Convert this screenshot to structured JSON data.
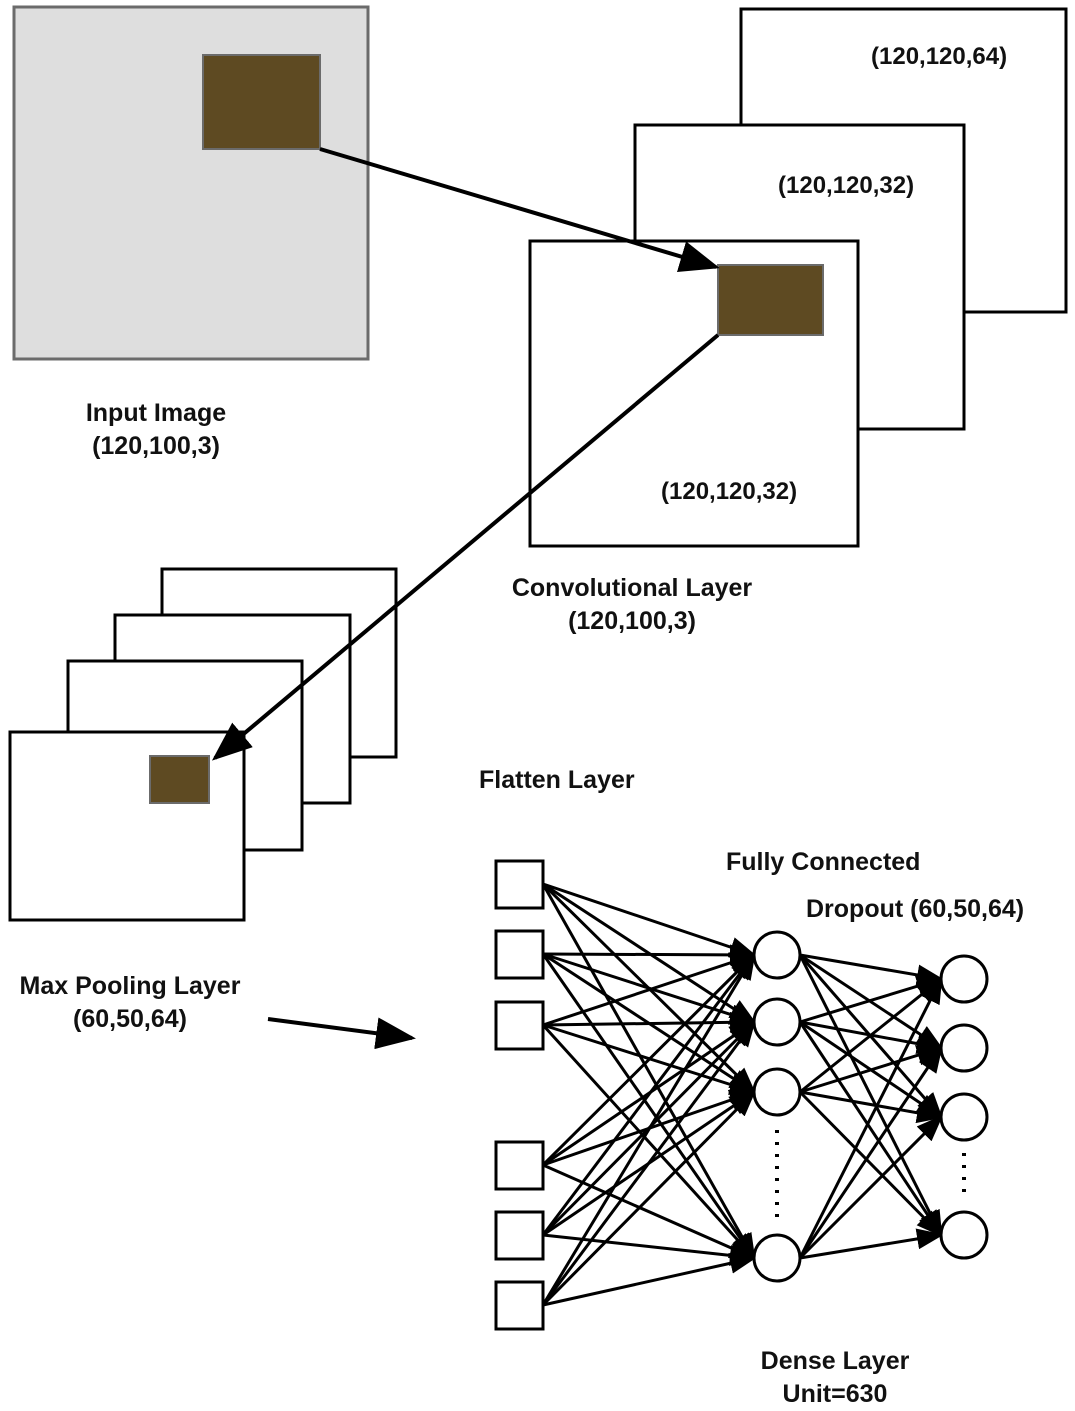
{
  "colors": {
    "input_image_fill": "#dedede",
    "input_image_border": "#6b6b6b",
    "filter_patch_fill": "#5e4a22",
    "stroke": "#000000",
    "background": "#ffffff"
  },
  "input_image": {
    "title": "Input Image",
    "shape": "(120,100,3)"
  },
  "convolutional_layer": {
    "title": "Convolutional Layer",
    "shape": "(120,100,3)",
    "maps": [
      {
        "shape": "(120,120,64)"
      },
      {
        "shape": "(120,120,32)"
      },
      {
        "shape": "(120,120,32)"
      }
    ]
  },
  "max_pooling_layer": {
    "title": "Max Pooling Layer",
    "shape": "(60,50,64)"
  },
  "flatten_layer": {
    "title": "Flatten Layer"
  },
  "fully_connected": {
    "title": "Fully Connected"
  },
  "dropout": {
    "title": "Dropout (60,50,64)"
  },
  "dense_layer": {
    "title": "Dense Layer",
    "units": "Unit=630"
  }
}
